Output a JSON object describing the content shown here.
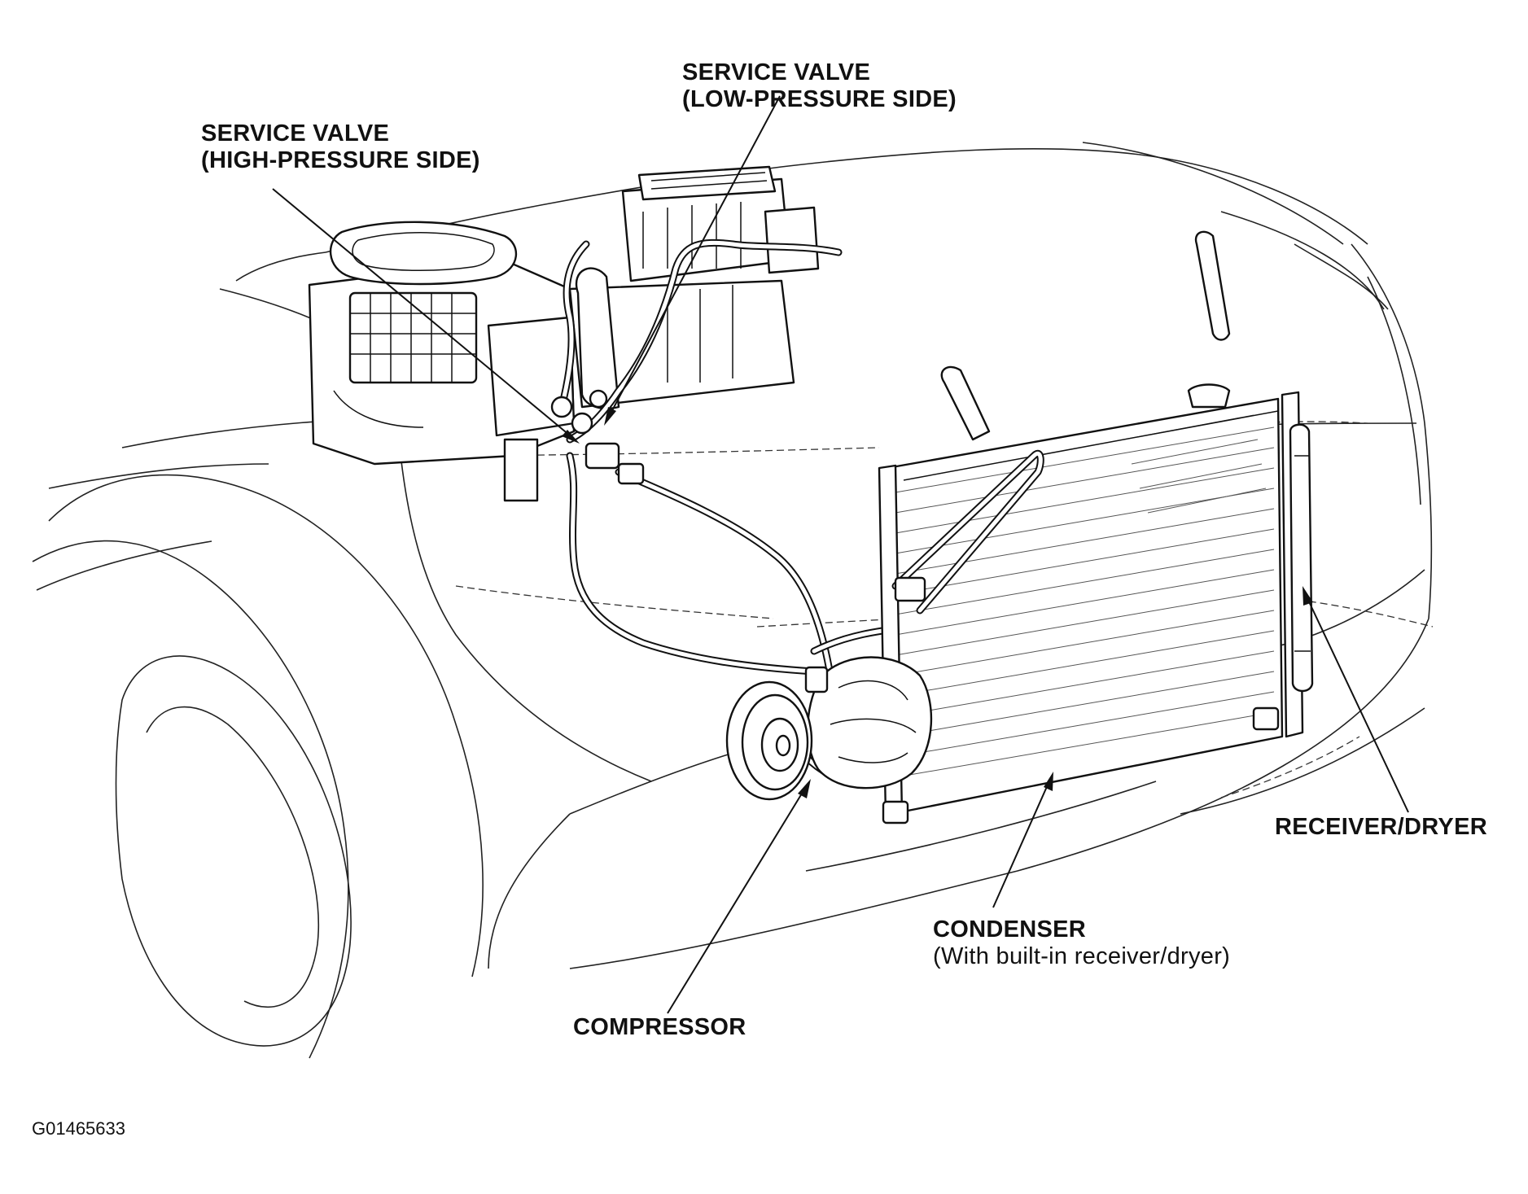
{
  "labels": {
    "service_valve_low": {
      "line1": "SERVICE VALVE",
      "line2": "(LOW-PRESSURE SIDE)"
    },
    "service_valve_high": {
      "line1": "SERVICE VALVE",
      "line2": "(HIGH-PRESSURE SIDE)"
    },
    "receiver_dryer": "RECEIVER/DRYER",
    "condenser": {
      "line1": "CONDENSER",
      "line2": "(With built-in receiver/dryer)"
    },
    "compressor": "COMPRESSOR"
  },
  "figure_id": "G01465633"
}
